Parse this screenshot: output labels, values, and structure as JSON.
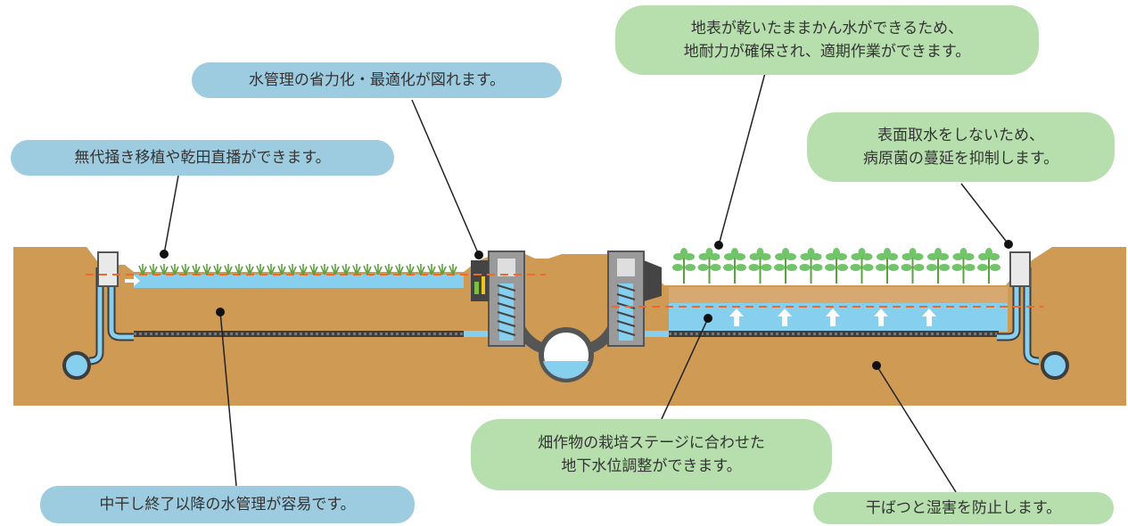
{
  "colors": {
    "soil": "#cf9a54",
    "water": "#86cfef",
    "pipe_wall": "#5a5a5a",
    "drain": "#3d3d3d",
    "dashed_line": "#ee6a2c",
    "callout_blue": "#9dcbe0",
    "callout_green": "#b7dfae",
    "plant": "#72c46a",
    "leader": "#222222"
  },
  "callouts": {
    "water_management": "水管理の省力化・最適化が図れます。",
    "direct_seeding": "無代掻き移植や乾田直播ができます。",
    "midseason_drainage": "中干し終了以降の水管理が容易です。",
    "dry_surface": [
      "地表が乾いたままかん水ができるため、",
      "地耐力が確保され、適期作業ができます。"
    ],
    "disease_control": [
      "表面取水をしないため、",
      "病原菌の蔓延を抑制します。"
    ],
    "groundwater_adjust": [
      "畑作物の栽培ステージに合わせた",
      "地下水位調整ができます。"
    ],
    "drought_prevention": "干ばつと湿害を防止します。"
  },
  "icons": [
    "rice-seedling-icon",
    "soybean-plant-icon",
    "up-arrow-icon",
    "water-main-pipe-icon",
    "control-box-icon"
  ]
}
